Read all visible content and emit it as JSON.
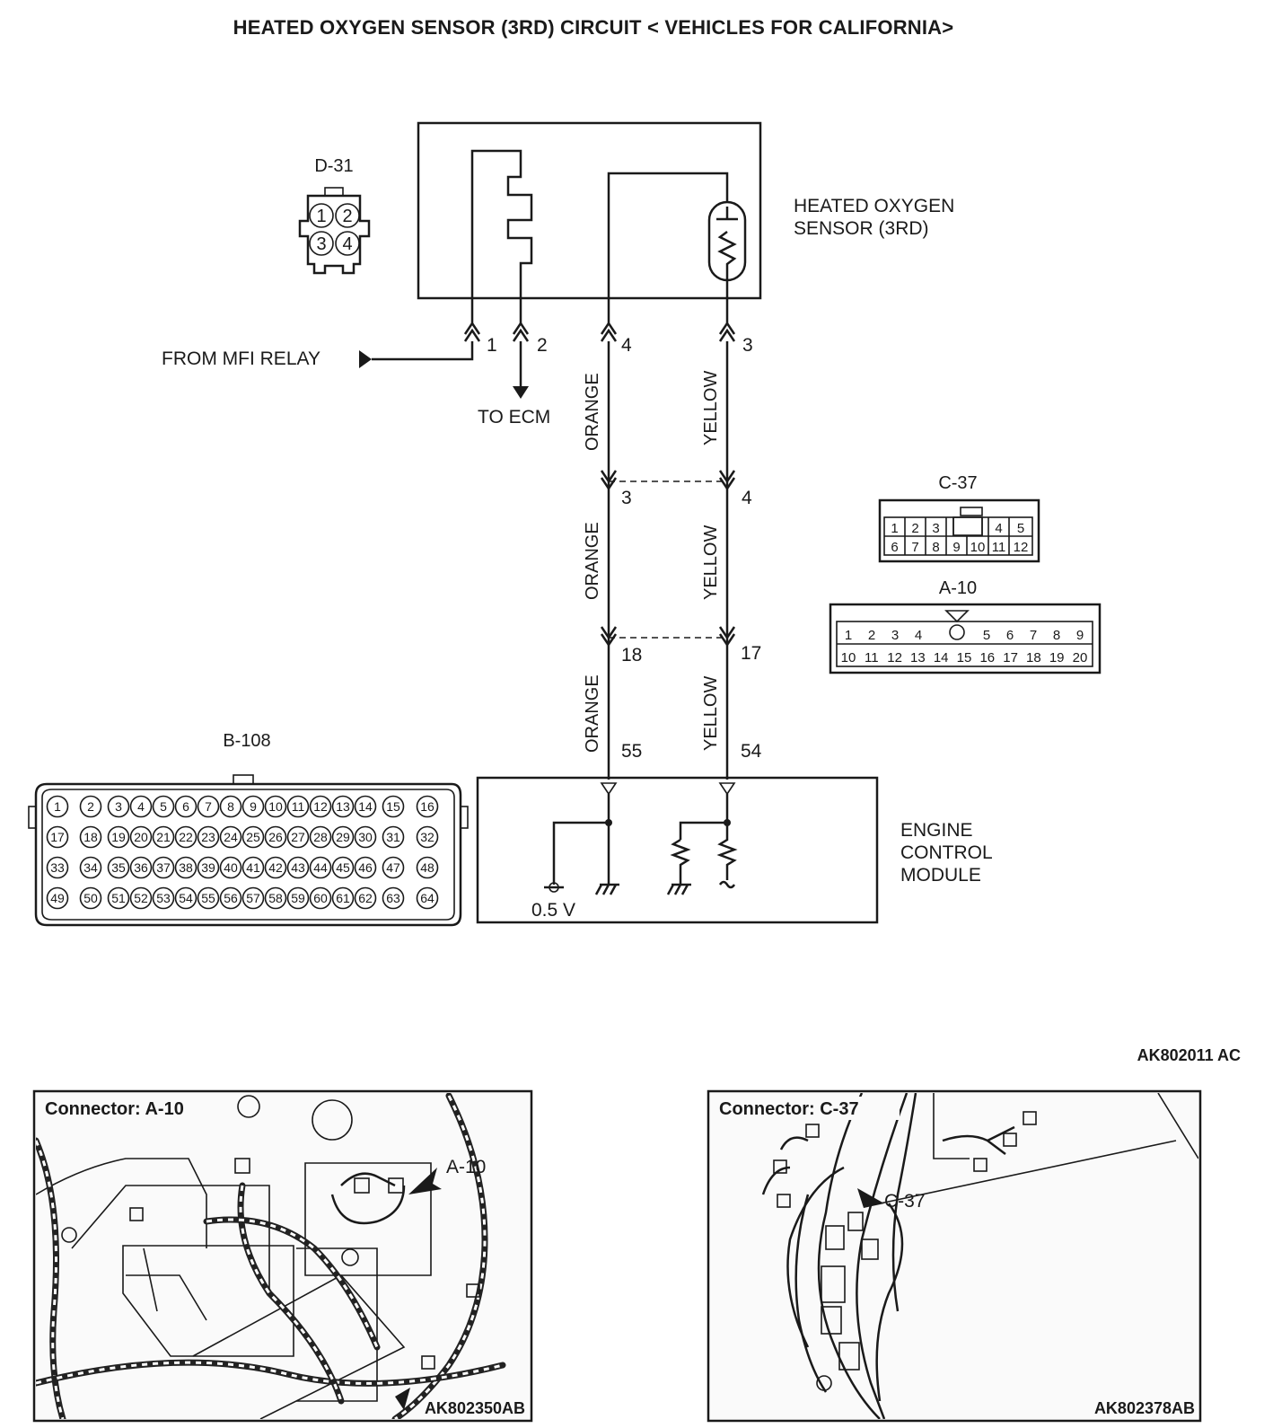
{
  "title": "HEATED OXYGEN SENSOR (3RD) CIRCUIT < VEHICLES FOR CALIFORNIA>",
  "components": {
    "sensor_label_1": "HEATED OXYGEN",
    "sensor_label_2": "SENSOR (3RD)",
    "ecm_label_1": "ENGINE",
    "ecm_label_2": "CONTROL",
    "ecm_label_3": "MODULE",
    "from_relay": "FROM MFI RELAY",
    "to_ecm": "TO ECM",
    "voltage": "0.5 V"
  },
  "pins": {
    "s1": "1",
    "s2": "2",
    "s4": "4",
    "s3": "3",
    "c3": "3",
    "c4": "4",
    "a18": "18",
    "a17": "17",
    "e55": "55",
    "e54": "54"
  },
  "wires": {
    "orange": "ORANGE",
    "yellow": "YELLOW"
  },
  "connectors": {
    "d31": {
      "name": "D-31",
      "pins": [
        "1",
        "2",
        "3",
        "4"
      ]
    },
    "c37": {
      "name": "C-37",
      "row1": [
        "1",
        "2",
        "3",
        "",
        "4",
        "5"
      ],
      "row2": [
        "6",
        "7",
        "8",
        "9",
        "10",
        "11",
        "12"
      ]
    },
    "a10": {
      "name": "A-10",
      "row1": [
        "1",
        "2",
        "3",
        "4",
        "",
        "5",
        "6",
        "7",
        "8",
        "9"
      ],
      "row2": [
        "10",
        "11",
        "12",
        "13",
        "14",
        "15",
        "16",
        "17",
        "18",
        "19",
        "20"
      ]
    },
    "b108": {
      "name": "B-108",
      "rows": [
        [
          "1",
          "2",
          "3",
          "4",
          "5",
          "6",
          "7",
          "8",
          "9",
          "10",
          "11",
          "12",
          "13",
          "14",
          "15",
          "16"
        ],
        [
          "17",
          "18",
          "19",
          "20",
          "21",
          "22",
          "23",
          "24",
          "25",
          "26",
          "27",
          "28",
          "29",
          "30",
          "31",
          "32"
        ],
        [
          "33",
          "34",
          "35",
          "36",
          "37",
          "38",
          "39",
          "40",
          "41",
          "42",
          "43",
          "44",
          "45",
          "46",
          "47",
          "48"
        ],
        [
          "49",
          "50",
          "51",
          "52",
          "53",
          "54",
          "55",
          "56",
          "57",
          "58",
          "59",
          "60",
          "61",
          "62",
          "63",
          "64"
        ]
      ]
    }
  },
  "figure_code": "AK802011 AC",
  "photos": [
    {
      "title": "Connector: A-10",
      "callout": "A-10",
      "code": "AK802350AB"
    },
    {
      "title": "Connector: C-37",
      "callout": "C-37",
      "code": "AK802378AB"
    }
  ]
}
